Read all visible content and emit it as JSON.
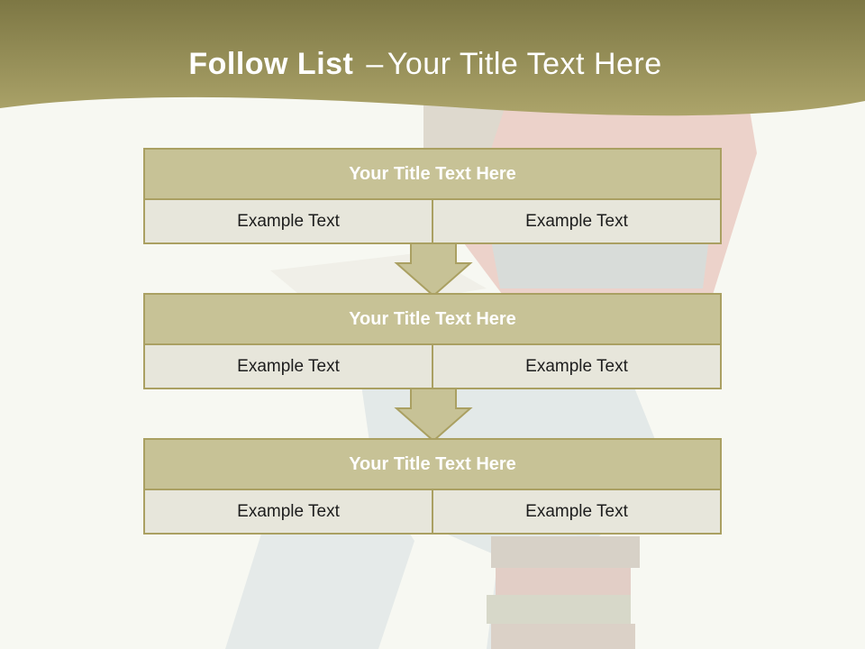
{
  "slide": {
    "title_bold": "Follow List",
    "title_separator": "–",
    "title_rest": "Your Title Text Here"
  },
  "blocks": [
    {
      "title": "Your Title Text Here",
      "cells": [
        "Example Text",
        "Example Text"
      ]
    },
    {
      "title": "Your Title Text Here",
      "cells": [
        "Example Text",
        "Example Text"
      ]
    },
    {
      "title": "Your Title Text Here",
      "cells": [
        "Example Text",
        "Example Text"
      ]
    }
  ],
  "colors": {
    "header_band": "#a19b5c",
    "block_title_fill": "#c7c296",
    "block_border": "#aaa062",
    "block_cell_fill": "#e7e6db",
    "arrow_fill": "#c7c296"
  }
}
